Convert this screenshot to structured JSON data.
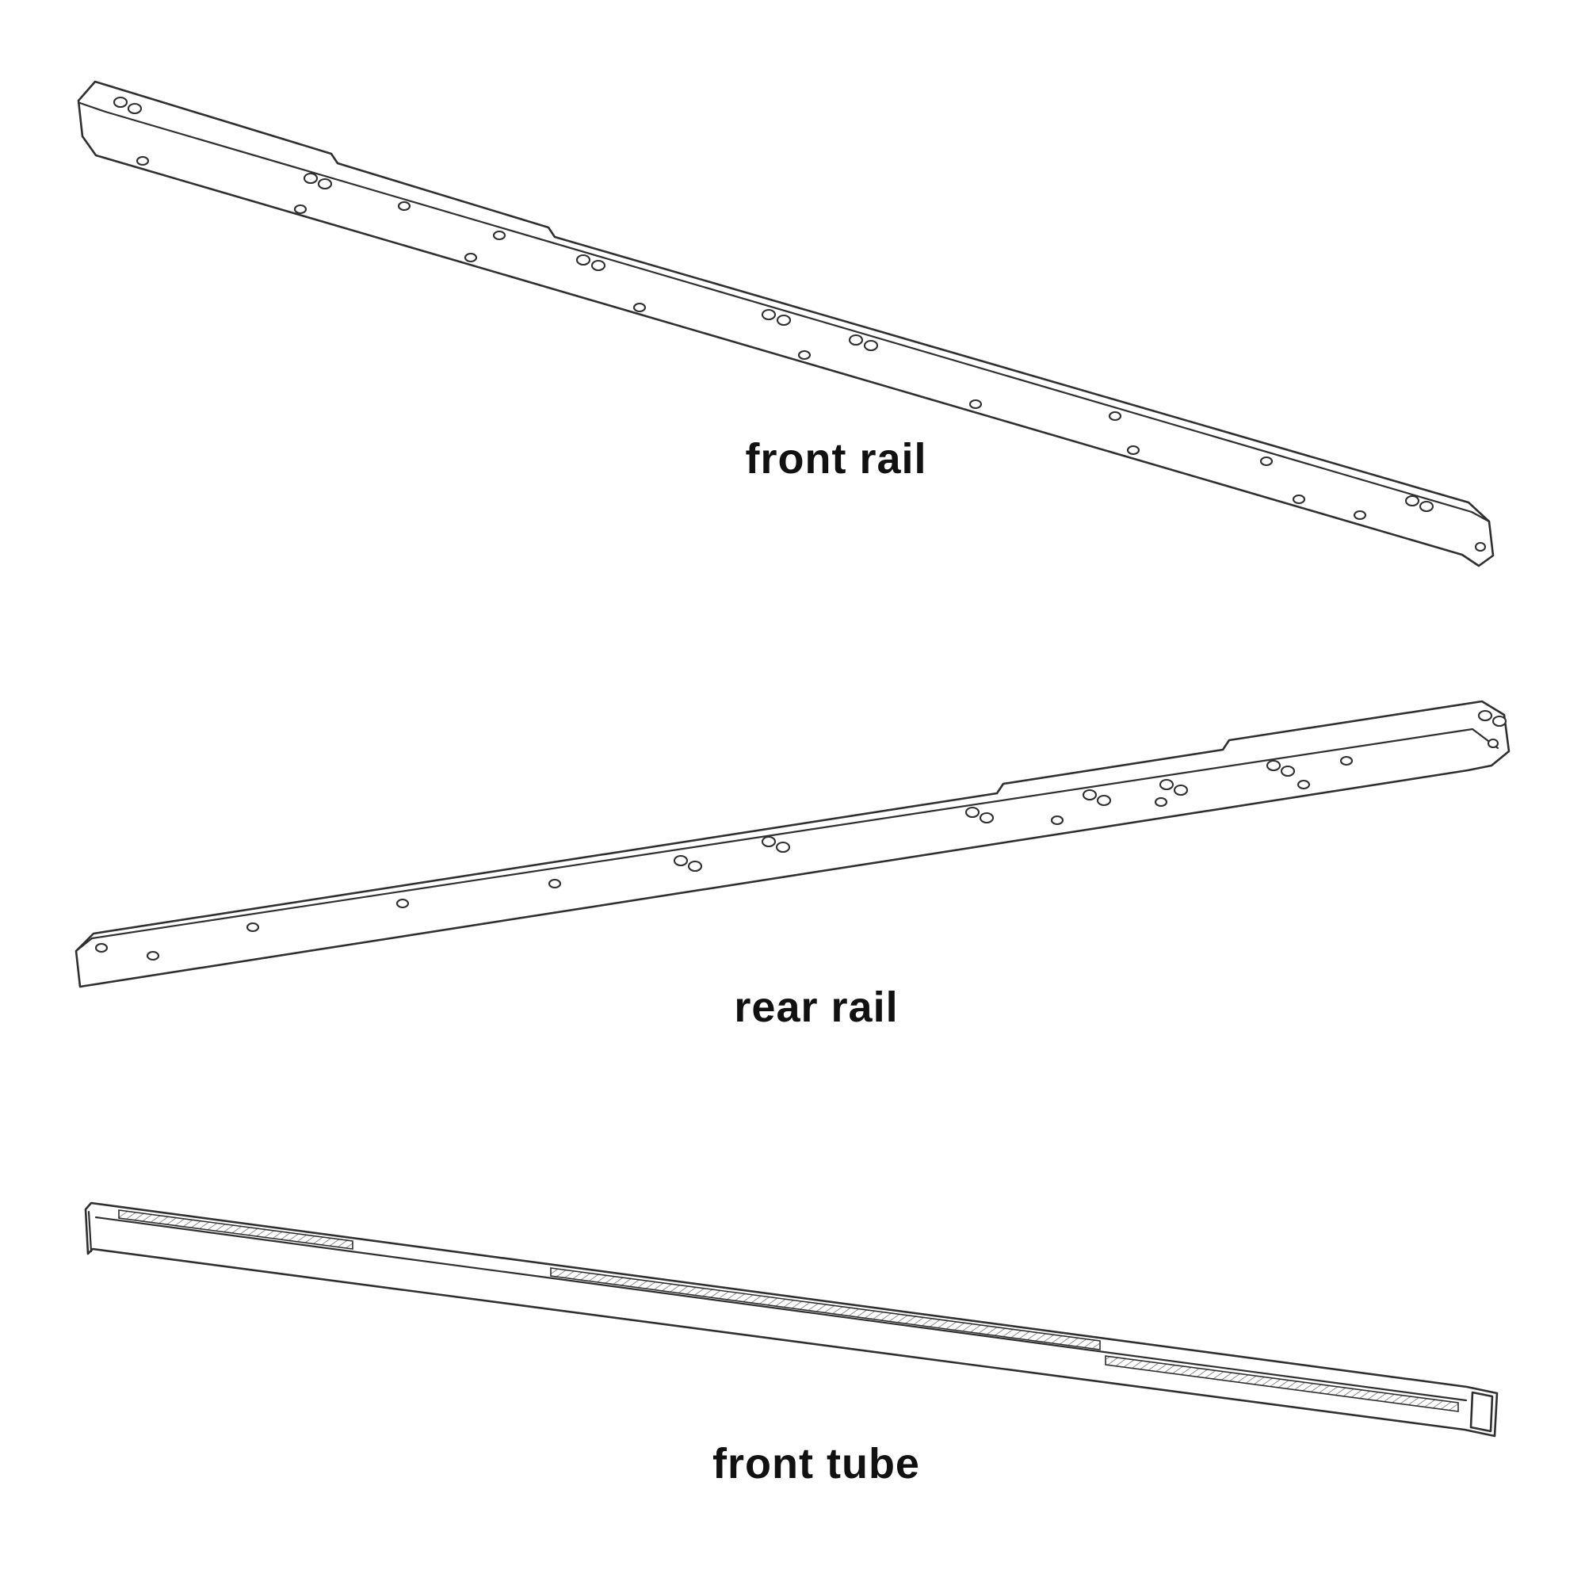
{
  "page": {
    "background_color": "#ffffff",
    "line_color": "#2f2f2f",
    "label_color": "#111111"
  },
  "figures": [
    {
      "id": "front-rail",
      "label": "front rail"
    },
    {
      "id": "rear-rail",
      "label": "rear rail"
    },
    {
      "id": "front-tube",
      "label": "front tube"
    }
  ]
}
